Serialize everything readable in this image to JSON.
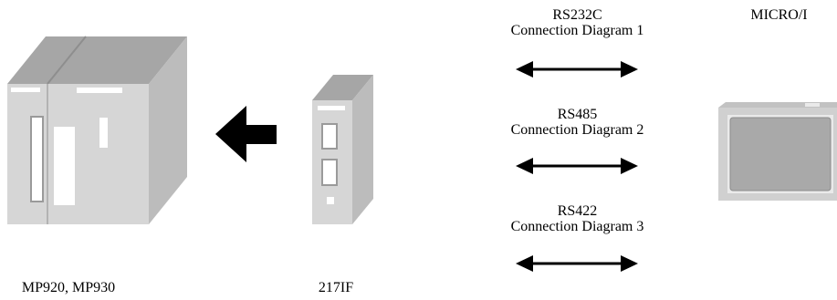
{
  "devices": {
    "plc": {
      "caption": "MP920, MP930"
    },
    "module": {
      "caption": "217IF"
    },
    "display": {
      "caption": "MICRO/I"
    }
  },
  "connections": [
    {
      "protocol": "RS232C",
      "diagram": "Connection Diagram 1"
    },
    {
      "protocol": "RS485",
      "diagram": "Connection Diagram 2"
    },
    {
      "protocol": "RS422",
      "diagram": "Connection Diagram 3"
    }
  ],
  "colors": {
    "unit_body": "#d4d4d4",
    "unit_top": "#a8a8a8",
    "unit_side": "#bdbdbd",
    "screen": "#a9a9a9",
    "arrow": "#000000"
  }
}
